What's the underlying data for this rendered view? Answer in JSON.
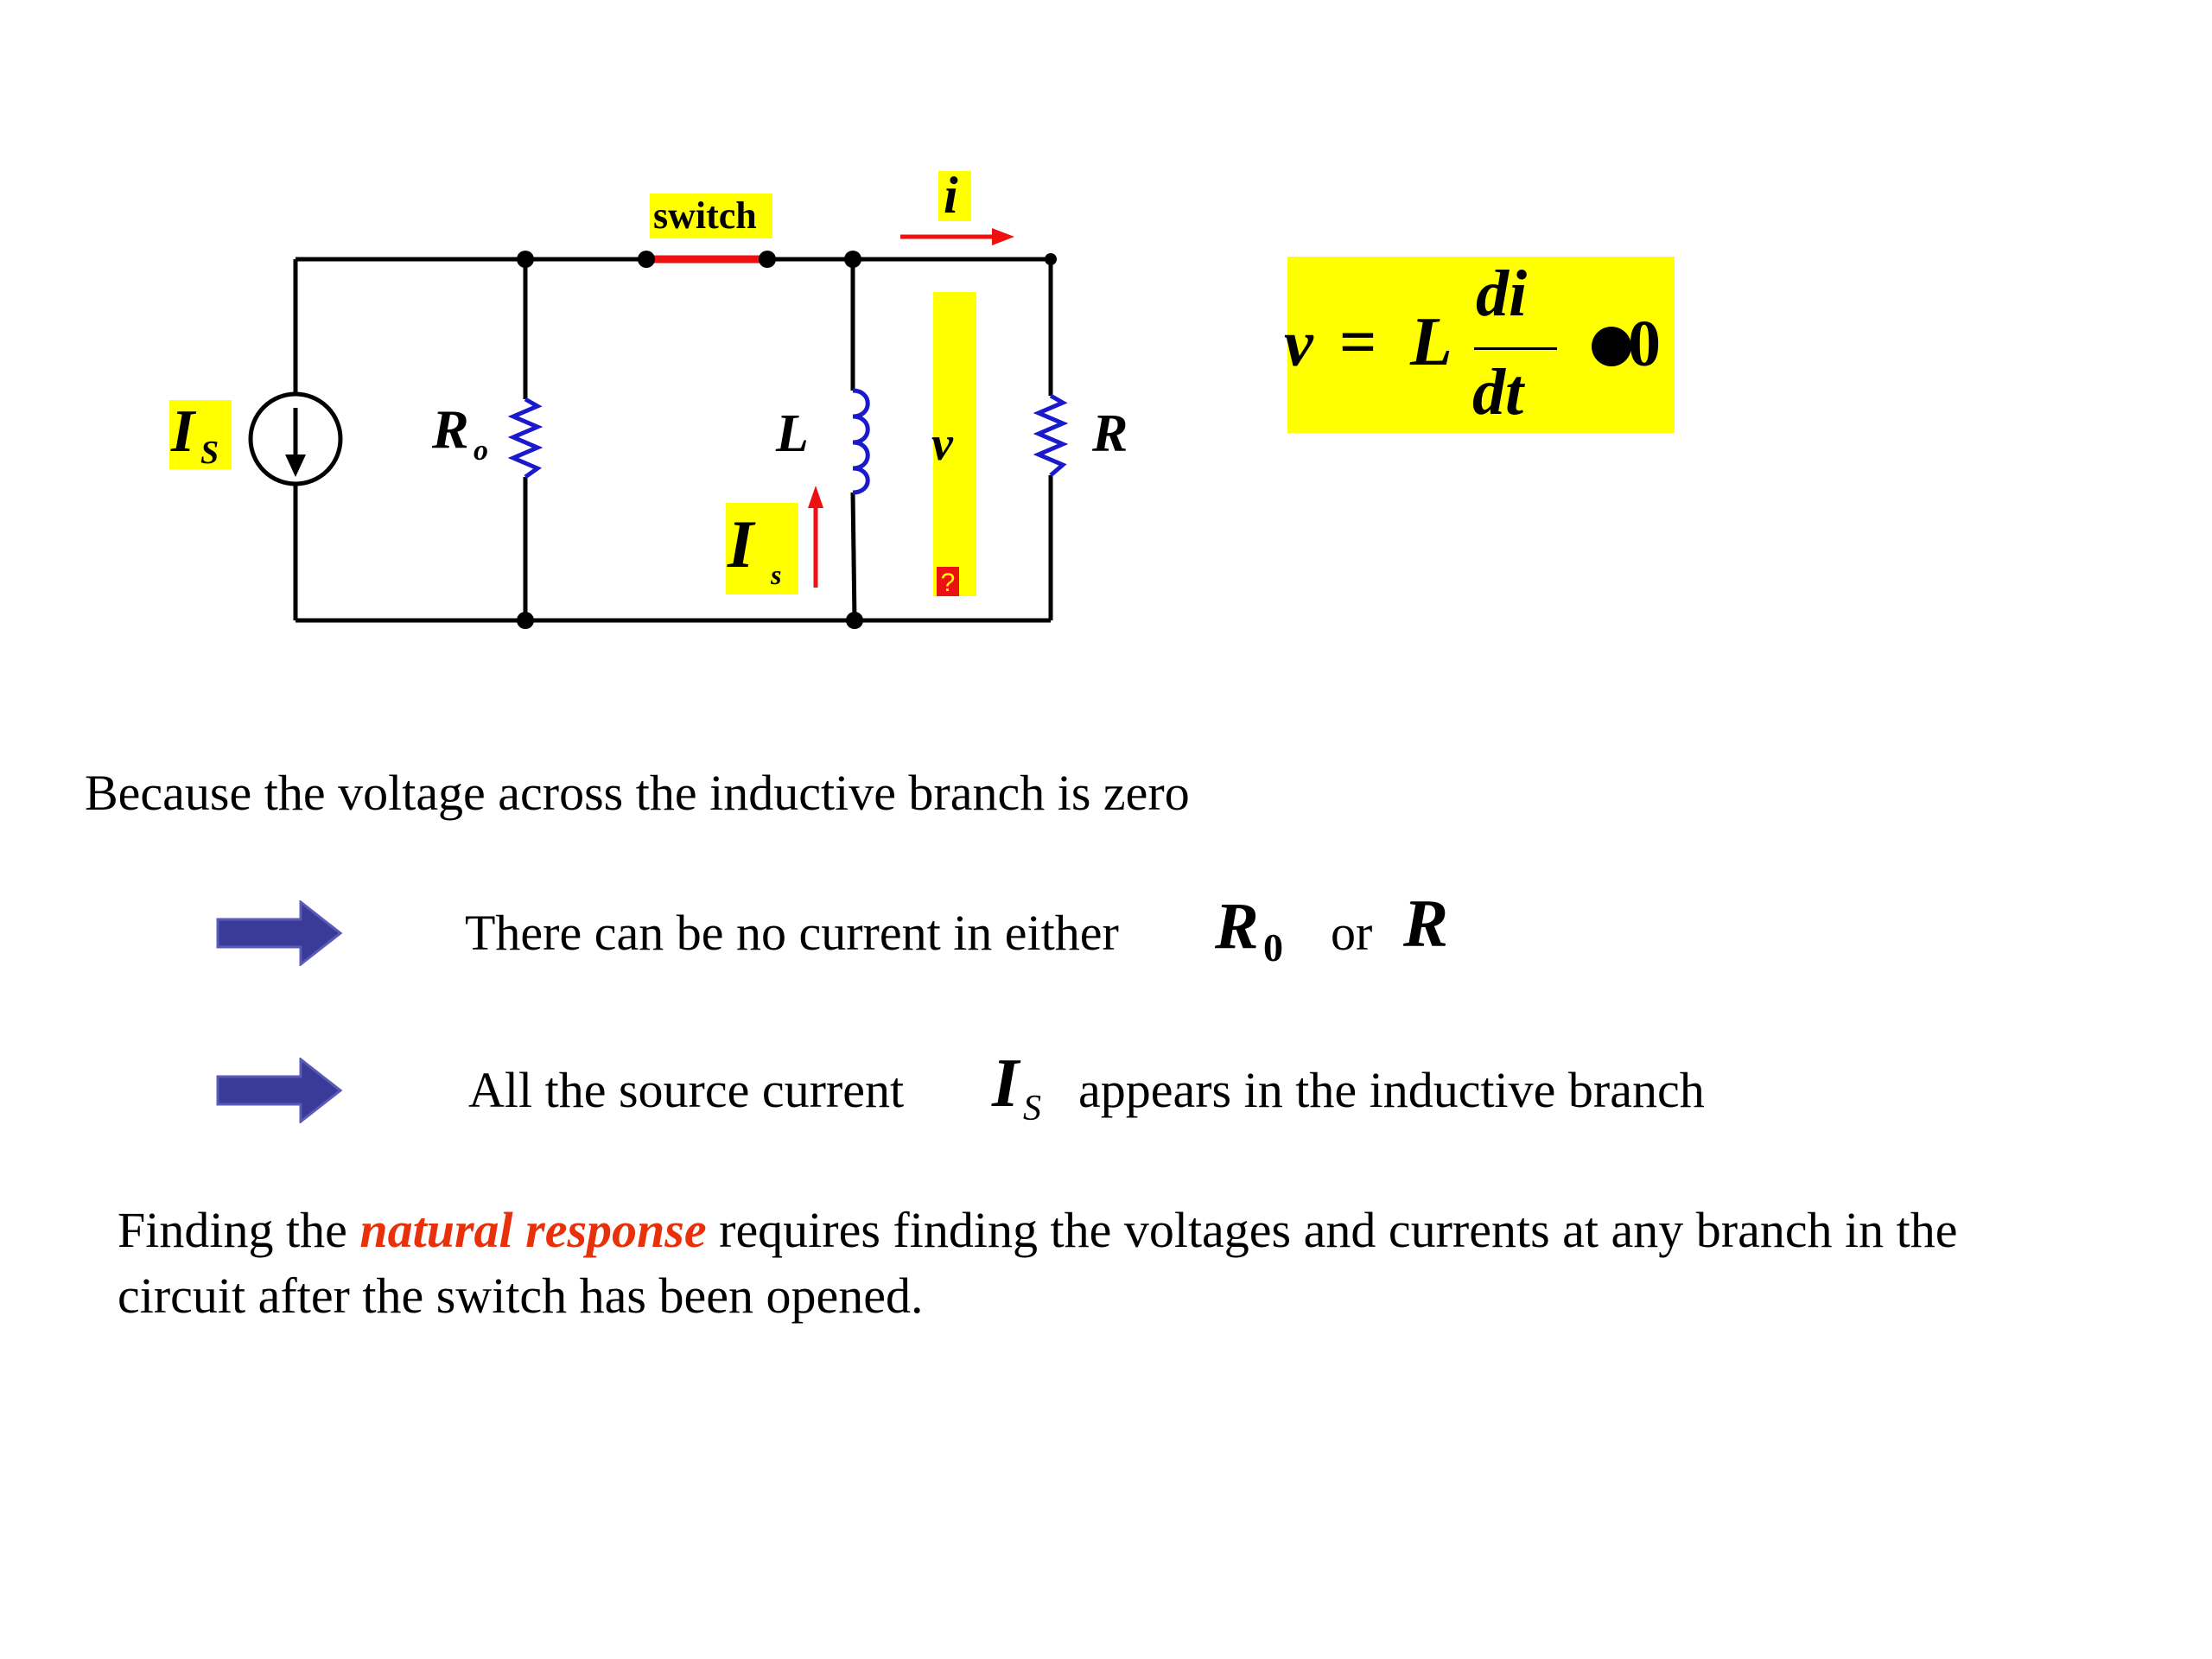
{
  "circuit": {
    "source_label": "I",
    "source_subscript": "S",
    "ro_label": "R",
    "ro_subscript": "o",
    "switch_label": "switch",
    "current_label": "i",
    "inductor_label": "L",
    "inductor_current_label": "I",
    "inductor_current_subscript": "s",
    "voltage_label": "v",
    "voltage_marker": "?",
    "resistor_label": "R"
  },
  "equation": {
    "lhs": "v",
    "equals": "=",
    "coef": "L",
    "numerator": "di",
    "denominator": "dt",
    "value": "0"
  },
  "text": {
    "line1": "Because the voltage across the inductive branch is zero",
    "bullet1_prefix": "There can be no current in either",
    "bullet1_sym1": "R",
    "bullet1_sym1_sub": "0",
    "bullet1_or": "or",
    "bullet1_sym2": "R",
    "bullet2_prefix": "All the source current",
    "bullet2_sym": "I",
    "bullet2_sym_sub": "S",
    "bullet2_suffix": "appears in the inductive branch",
    "para_prefix": "Finding the ",
    "para_emph": "natural response",
    "para_suffix": " requires finding the voltages and currents at any branch in the",
    "para_line2": "circuit after the switch has been opened."
  },
  "colors": {
    "highlight": "#ffff00",
    "switch": "#ee1111",
    "component": "#1a1acc",
    "arrow_fill": "#3a3a99",
    "emphasis": "#e8300a"
  },
  "icons": {
    "bullet": "right-arrow-icon",
    "source": "current-source-icon"
  }
}
